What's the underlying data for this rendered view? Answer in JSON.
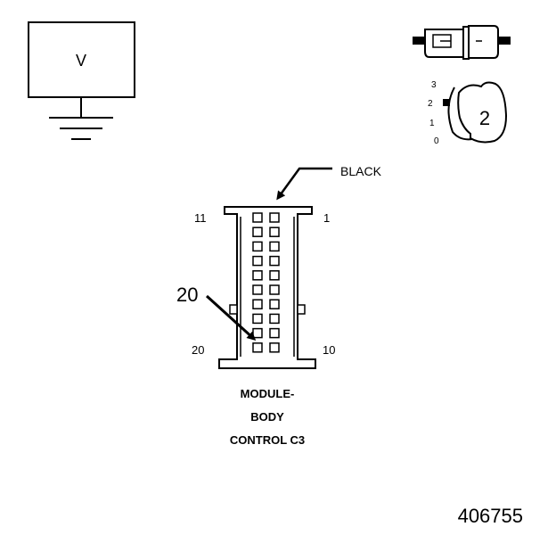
{
  "voltmeter": {
    "symbol": "V"
  },
  "switch_positions": {
    "labels": [
      "3",
      "2",
      "1",
      "0"
    ],
    "selected": "2"
  },
  "connector": {
    "color_label": "BLACK",
    "pin_labels": {
      "top_left": "11",
      "top_right": "1",
      "bottom_left": "20",
      "bottom_right": "10"
    },
    "indicated_pin": "20",
    "name_lines": [
      "MODULE-",
      "BODY",
      "CONTROL C3"
    ]
  },
  "figure_number": "406755"
}
